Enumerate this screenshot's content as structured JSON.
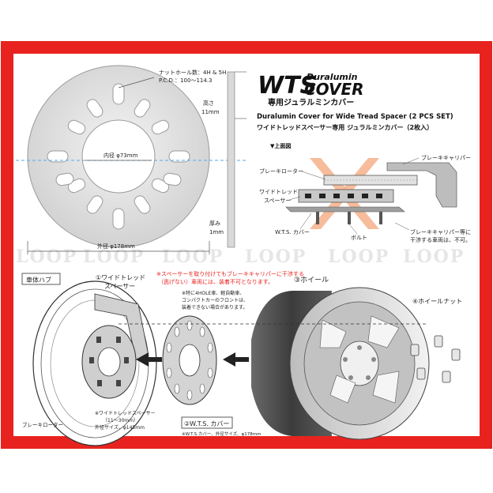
{
  "brand": {
    "logo_main": "WTS",
    "logo_top": "Duralumin",
    "logo_bottom": "COVER",
    "subtitle": "専用ジュラルミンカバー"
  },
  "header": {
    "title_en": "Duralumin Cover for Wide Tread Spacer (2 PCS SET)",
    "title_ja": "ワイドトレッドスペーサー専用 ジュラルミンカバー（2枚入）"
  },
  "disc_spec": {
    "nut_holes": "ナットホール数：4H & 5H",
    "pcd": "P.C.D.：100～114.3",
    "inner_diameter": "内径 φ73mm",
    "outer_diameter": "外径 φ178mm",
    "height_label": "高さ",
    "height_value": "11mm",
    "thickness_label": "厚み",
    "thickness_value": "1mm"
  },
  "section_diagram": {
    "top_view": "▼上面図",
    "brake_caliper": "ブレーキキャリパー",
    "brake_rotor": "ブレーキローター",
    "wide_tread": "ワイドトレッド",
    "spacer": "スペーサー",
    "wts_cover": "W.T.S. カバー",
    "bolt": "ボルト",
    "note_line1": "ブレーキキャリパー等に",
    "note_line2": "干渉する車両は、不可。"
  },
  "assembly": {
    "hub": "車体ハブ",
    "part1_line1": "①ワイドトレッド",
    "part1_line2": "スペーサー",
    "warning_line1": "※スペーサーを取り付けてもブレーキキャリパーに干渉する",
    "warning_line2": "（逃げない）車両には、装着不可となります。",
    "note4h_line1": "※特に4HOLE車、軽自動車、",
    "note4h_line2": "コンパクトカーのフロントは、",
    "note4h_line3": "装着できない場合があります。",
    "wheel": "③ホイール",
    "nut": "④ホイールナット",
    "rotor": "ブレーキローター",
    "spacer_note_line1": "※ワイドトレッドスペーサー",
    "spacer_note_line2": "（11～30mm）",
    "spacer_note_line3": "外径サイズ、φ145mm",
    "cover": "②W.T.S. カバー",
    "cover_note": "※W.T.S.カバー、外径サイズ、φ178mm"
  },
  "watermark": "LOOP",
  "colors": {
    "frame": "#e8231f",
    "disc": "#d9d9d9",
    "warning": "#e8231f"
  }
}
